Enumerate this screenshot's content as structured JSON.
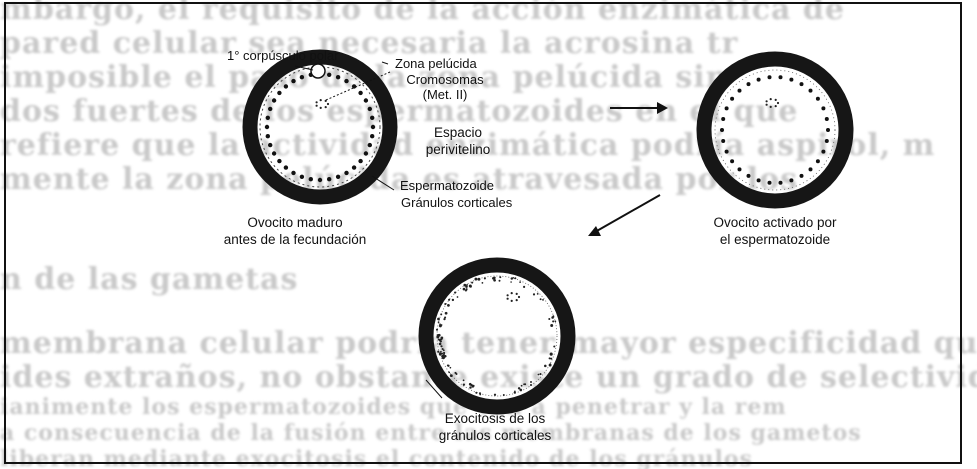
{
  "labels": {
    "polar_body": "1° corpúsculo polar",
    "zona_pelucida": "Zona pelúcida",
    "chromosomes_line1": "Cromosomas",
    "chromosomes_line2": "(Met. II)",
    "perivitelline_line1": "Espacio",
    "perivitelline_line2": "perivitelino",
    "sperm": "Espermatozoide",
    "cortical_granules": "Gránulos corticales"
  },
  "captions": {
    "mature_line1": "Ovocito maduro",
    "mature_line2": "antes de la fecundación",
    "activated_line1": "Ovocito activado por",
    "activated_line2": "el espermatozoide",
    "exocytosis_line1": "Exocitosis de los",
    "exocytosis_line2": "gránulos corticales"
  },
  "background_text": [
    "embargo, el requisito de la acción enzimática de",
    "pared celular sea necesaria la acrosina tr",
    "imposible el paso de la zona pelúcida sin",
    "dos fuertes de los espermatozoides en el que",
    "refiere que la actividad enzimática podría aspirol, m",
    "mente la zona pelúcida es atravesada por los",
    "",
    "n de las gametas",
    "",
    "membrana celular podría tener mayor especificidad qu",
    "ides extraños, no obstante existe un grado de selectividad p",
    "ianimente los espermatozoides que van a penetrar y la rem",
    "a consecuencia de la fusión entre las membranas de los gametos",
    "liberan mediante exocitosis el contenido de los gránulos"
  ],
  "colors": {
    "ink": "#111111",
    "zona_ring": "#161616",
    "background_text": "#c9c9c9"
  }
}
